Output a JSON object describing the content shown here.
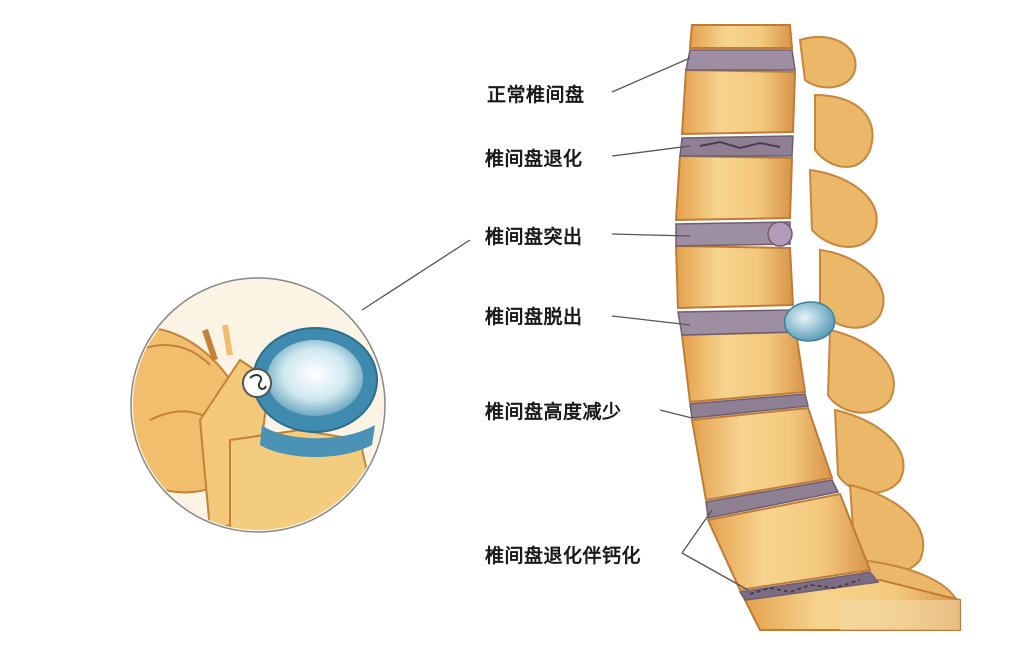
{
  "labels": {
    "normal": "正常椎间盘",
    "degeneration": "椎间盘退化",
    "protrusion": "椎间盘突出",
    "prolapse": "椎间盘脱出",
    "height_loss": "椎间盘高度减少",
    "calcification": "椎间盘退化伴钙化"
  },
  "colors": {
    "bone": "#f2c77d",
    "bone_shadow": "#d89a45",
    "disc": "#9a8a9c",
    "nucleus": "#b8dbe6",
    "leader": "#555555"
  }
}
